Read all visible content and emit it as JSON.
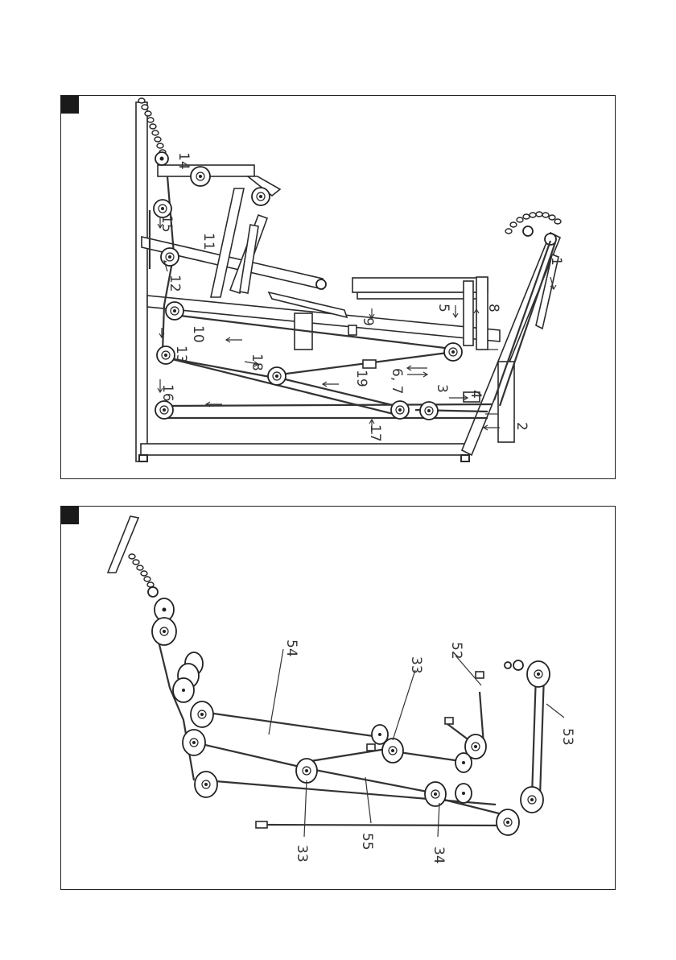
{
  "panels": [
    {
      "id": "upper",
      "labels": [
        "1",
        "2",
        "3",
        "4",
        "5",
        "6, 7",
        "8",
        "9",
        "10",
        "11",
        "12",
        "13",
        "14",
        "15",
        "16",
        "17",
        "18",
        "19"
      ]
    },
    {
      "id": "lower",
      "labels": [
        "33",
        "33",
        "34",
        "52",
        "53",
        "54",
        "55"
      ]
    }
  ]
}
